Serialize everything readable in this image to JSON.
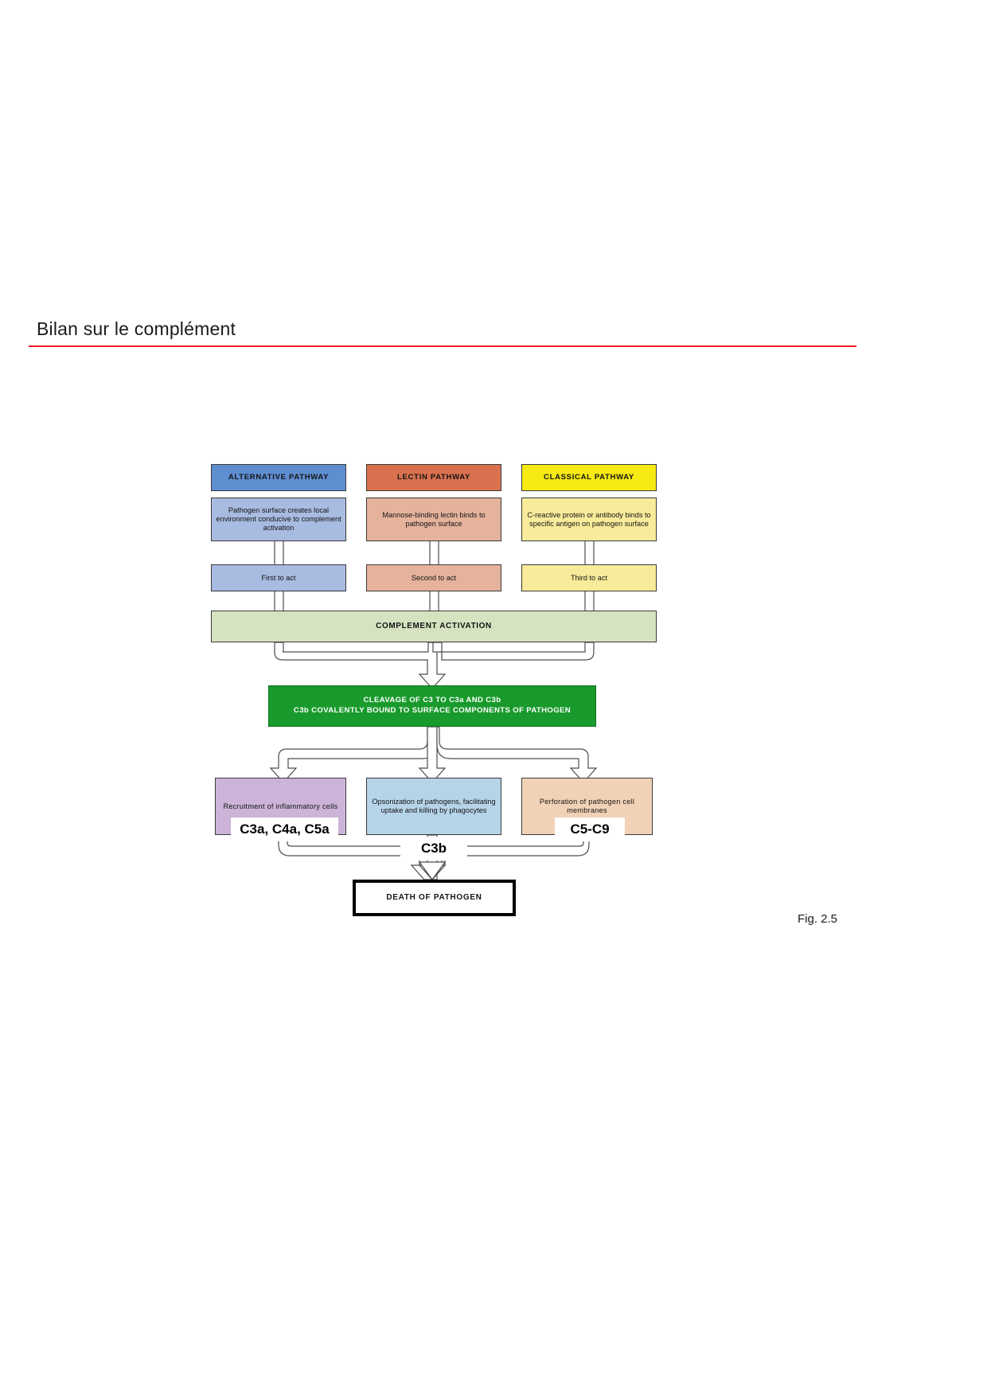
{
  "slide": {
    "title": "Bilan sur le complément",
    "rule_color": "#ee1c25",
    "caption": "Fig. 2.5"
  },
  "diagram": {
    "type": "flowchart",
    "title": "Complement activation pathways",
    "columns": [
      {
        "key": "alternative",
        "header": "ALTERNATIVE  PATHWAY",
        "header_color": "#5e8ed0",
        "body_color": "#a8bbe0",
        "description": "Pathogen surface creates local environment conducive to complement activation",
        "order": "First to act"
      },
      {
        "key": "lectin",
        "header": "LECTIN  PATHWAY",
        "header_color": "#d9714f",
        "body_color": "#e5b29c",
        "description": "Mannose-binding lectin binds to pathogen surface",
        "order": "Second to act"
      },
      {
        "key": "classical",
        "header": "CLASSICAL  PATHWAY",
        "header_color": "#f7ea12",
        "body_color": "#f8eb9a",
        "description": "C-reactive protein or antibody binds to specific antigen on pathogen surface",
        "order": "Third to act"
      }
    ],
    "activation_band": {
      "label": "COMPLEMENT ACTIVATION",
      "color": "#d5e3c0"
    },
    "cleavage": {
      "line1": "CLEAVAGE OF C3 TO C3a AND C3b",
      "line2": "C3b COVALENTLY BOUND TO SURFACE COMPONENTS OF PATHOGEN",
      "color": "#199a2c"
    },
    "effects": [
      {
        "key": "recruitment",
        "text": "Recruitment  of inflammatory  cells",
        "color": "#cbb4d8",
        "annotation": "C3a, C4a, C5a"
      },
      {
        "key": "opsonization",
        "text": "Opsonization of pathogens, facilitating uptake and killing by phagocytes",
        "color": "#b6d4e8",
        "annotation": "C3b"
      },
      {
        "key": "perforation",
        "text": "Perforation of pathogen cell membranes",
        "color": "#f2d2b6",
        "annotation": "C5-C9"
      }
    ],
    "outcome": {
      "label": "DEATH OF PATHOGEN"
    }
  }
}
